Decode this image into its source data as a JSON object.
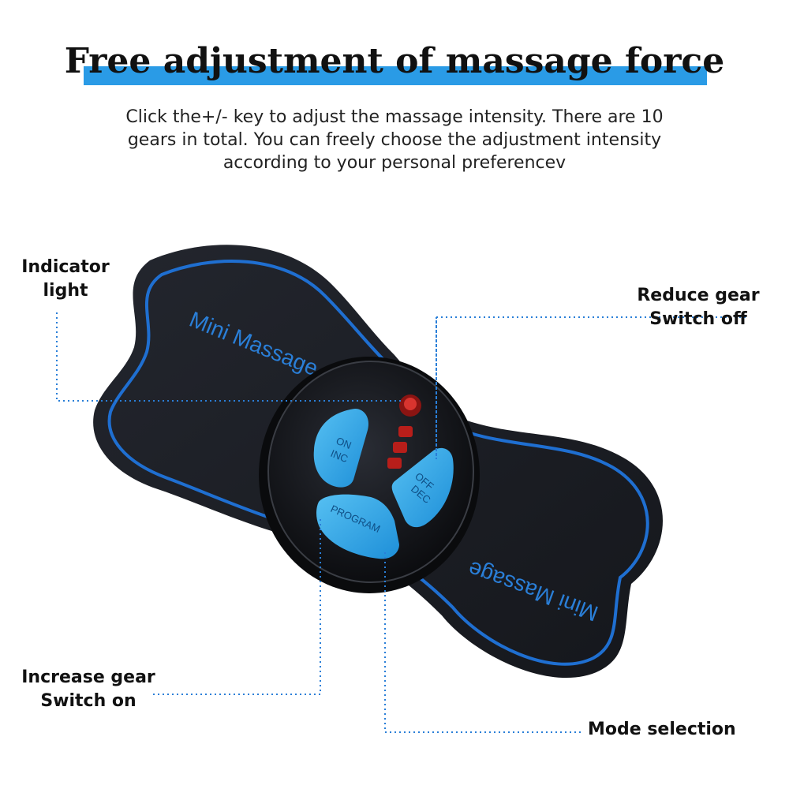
{
  "title": "Free adjustment of massage force",
  "subtitle": {
    "line1": "Click the+/- key to adjust the massage intensity. There are 10",
    "line2": "gears in total. You can freely choose the adjustment intensity",
    "line3": "according to your personal preferencev"
  },
  "callouts": {
    "indicator": {
      "line1": "Indicator",
      "line2": "light"
    },
    "reduce": {
      "line1": "Reduce gear",
      "line2": "Switch off"
    },
    "increase": {
      "line1": "Increase gear",
      "line2": "Switch on"
    },
    "mode": {
      "line1": "Mode selection"
    }
  },
  "device": {
    "brand_text": "Mini Massage",
    "buttons": {
      "on_inc": {
        "line1": "ON",
        "line2": "INC"
      },
      "off_dec": {
        "line1": "OFF",
        "line2": "DEC"
      },
      "program": "PROGRAM"
    }
  },
  "colors": {
    "accent": "#2a9be6",
    "pad": "#1a1c22",
    "trim": "#1f6fd1",
    "button": "#3aa8e8",
    "indicator": "#c8201e"
  }
}
